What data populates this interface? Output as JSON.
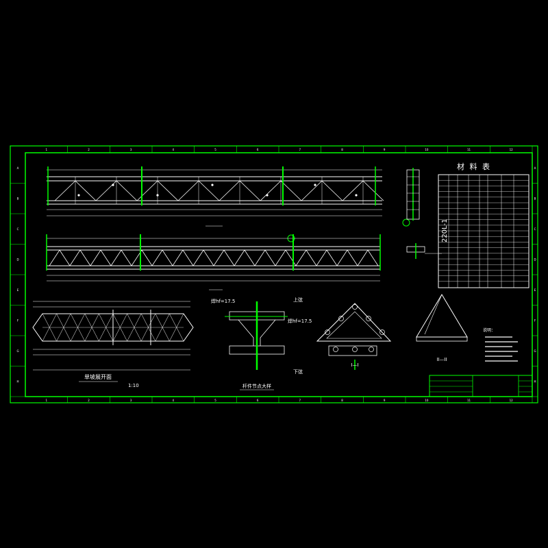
{
  "sheet": {
    "border_color": "#00ff00",
    "line_color": "#ffffff",
    "background": "#000000"
  },
  "labels": {
    "material_table_title": "材 料 表",
    "material_table_side_label": "220L-1",
    "top_view_caption": "单坡展开面",
    "top_view_scale": "1:10",
    "joint_caption": "杆件节点大样",
    "joint_top_label": "上弦",
    "joint_bottom_label": "下弦",
    "joint_weld_left": "焊hf=17.5",
    "joint_weld_right": "焊hf=17.5",
    "section_one_label": "I—I",
    "section_two_label": "II—II",
    "notes_heading": "说明："
  },
  "frame_marks": {
    "top": [
      "1",
      "2",
      "3",
      "4",
      "5",
      "6",
      "7",
      "8",
      "9",
      "10",
      "11",
      "12"
    ],
    "side": [
      "A",
      "B",
      "C",
      "D",
      "E",
      "F",
      "G",
      "H"
    ]
  }
}
